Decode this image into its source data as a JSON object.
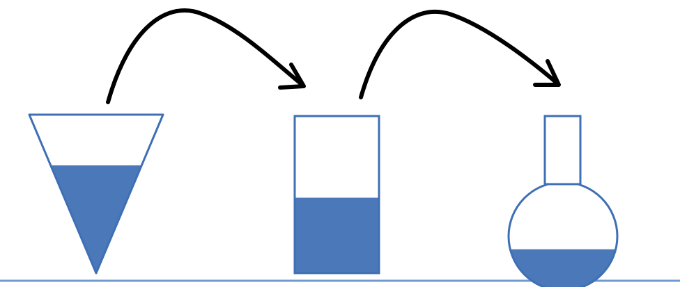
{
  "colors": {
    "liquid": "#4a78b8",
    "outline": "#3f6fb4",
    "arrow": "#000000",
    "ground": "#6f9ad0",
    "background": "#ffffff"
  },
  "vessels": [
    {
      "kind": "conical-vessel",
      "fill_level": 0.68
    },
    {
      "kind": "cylinder-beaker",
      "fill_level": 0.48
    },
    {
      "kind": "round-bottom-flask",
      "fill_level": 0.38
    }
  ],
  "arrows": [
    {
      "from": "conical-vessel",
      "to": "cylinder-beaker"
    },
    {
      "from": "cylinder-beaker",
      "to": "round-bottom-flask"
    }
  ]
}
